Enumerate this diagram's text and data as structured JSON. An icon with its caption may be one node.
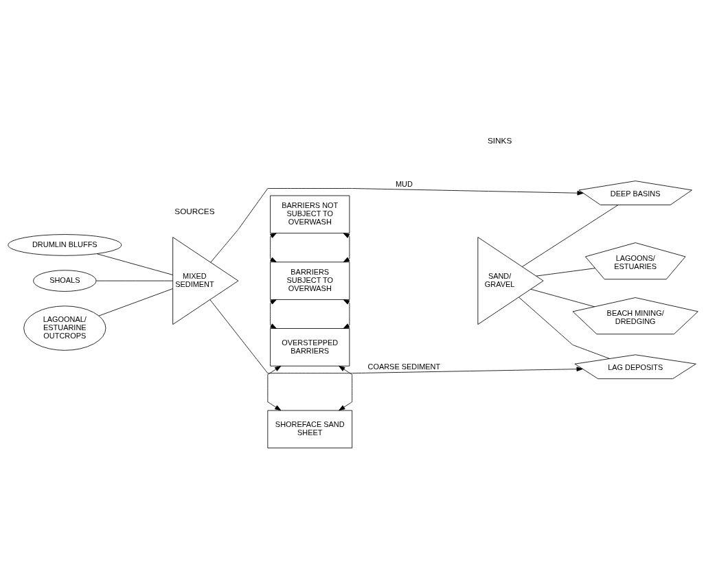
{
  "diagram": {
    "nodes": [
      {
        "text": [
          "DRUMLIN BLUFFS"
        ]
      },
      {
        "text": [
          "SHOALS"
        ]
      },
      {
        "text": [
          "LAGOONAL/ ESTUARINE OUTCROPS"
        ]
      },
      {
        "text": [
          "MIXED SEDIMENT"
        ]
      },
      {
        "text": [
          "BARRIERS NOT SUBJECT TO OVERWASH"
        ]
      },
      {
        "text": [
          "BARRIERS SUBJECT TO OVERWASH"
        ]
      },
      {
        "text": [
          "OVERSTEPPED BARRIERS"
        ]
      },
      {
        "text": [
          "SHOREFACE SAND SHEET"
        ]
      },
      {
        "text": [
          "SAND/ GRAVEL"
        ]
      },
      {
        "text": [
          "DEEP BASINS"
        ]
      },
      {
        "text": [
          "LAGOONS/ ESTUARIES"
        ]
      },
      {
        "text": [
          "BEACH MINING/ DREDGING"
        ]
      },
      {
        "text": [
          "LAG DEPOSITS"
        ]
      }
    ],
    "edges": [
      {
        "from": 0,
        "to": 3,
        "arrow": "none"
      },
      {
        "from": 1,
        "to": 3,
        "arrow": "none"
      },
      {
        "from": 2,
        "to": 3,
        "arrow": "none"
      },
      {
        "from": 3,
        "to": 9,
        "arrow": "to",
        "label": "MUD"
      },
      {
        "from": 3,
        "to": 12,
        "arrow": "to",
        "label": "COARSE SEDIMENT"
      },
      {
        "from": 4,
        "to": 5,
        "arrow": "both"
      },
      {
        "from": 4,
        "to": 5,
        "arrow": "both"
      },
      {
        "from": 5,
        "to": 6,
        "arrow": "both"
      },
      {
        "from": 5,
        "to": 6,
        "arrow": "both"
      },
      {
        "from": 6,
        "to": 7,
        "arrow": "both"
      },
      {
        "from": 6,
        "to": 7,
        "arrow": "both"
      },
      {
        "from": 8,
        "to": 9,
        "arrow": "none"
      },
      {
        "from": 8,
        "to": 10,
        "arrow": "none"
      },
      {
        "from": 8,
        "to": 11,
        "arrow": "none"
      },
      {
        "from": 8,
        "to": 12,
        "arrow": "none"
      }
    ],
    "labels": [
      "SOURCES",
      "SINKS"
    ]
  }
}
